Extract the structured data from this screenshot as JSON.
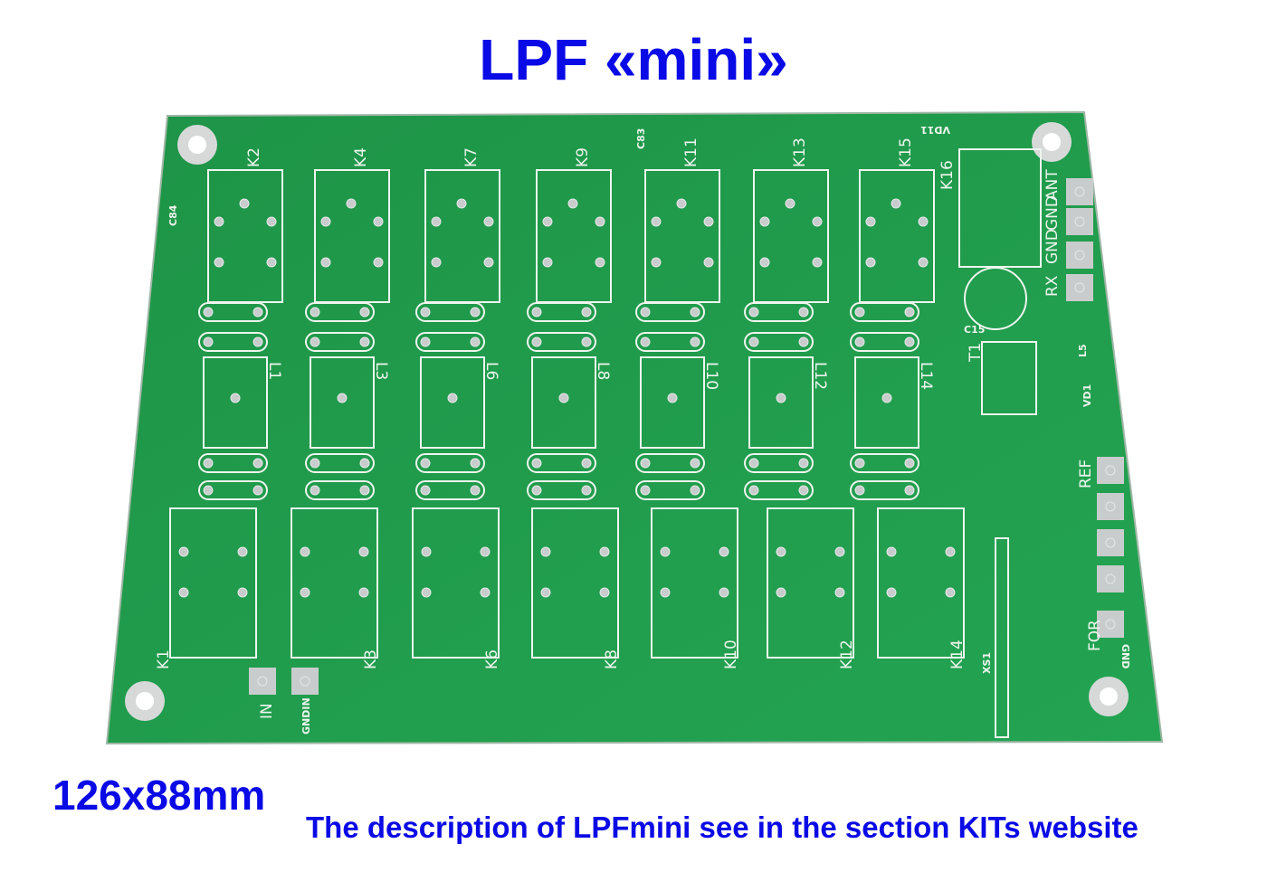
{
  "title": "LPF «mini»",
  "board_size": "126x88mm",
  "description": "The description of LPFmini see in the section KITs website",
  "colors": {
    "text": "#0a0ae6",
    "board": "#1f9a4a",
    "silk": "#eef5ee",
    "pad": "#c9cccc"
  },
  "silkscreen": {
    "top_relays": [
      "K2",
      "K4",
      "K7",
      "K9",
      "K11",
      "K13",
      "K15"
    ],
    "bottom_relays": [
      "K1",
      "K3",
      "K6",
      "K8",
      "K10",
      "K12",
      "K14"
    ],
    "inductors": [
      "L1",
      "L3",
      "L6",
      "L8",
      "L10",
      "L12",
      "L14"
    ],
    "connectors_right": [
      "ANT",
      "GND",
      "GND",
      "RX"
    ],
    "connectors_right_lower": [
      "REF",
      "FOR",
      "GND"
    ],
    "input_labels": [
      "IN",
      "GNDIN"
    ],
    "misc": [
      "K16",
      "T1",
      "VD1",
      "L5",
      "C15",
      "XS1",
      "VD11",
      "C83",
      "C84"
    ]
  }
}
